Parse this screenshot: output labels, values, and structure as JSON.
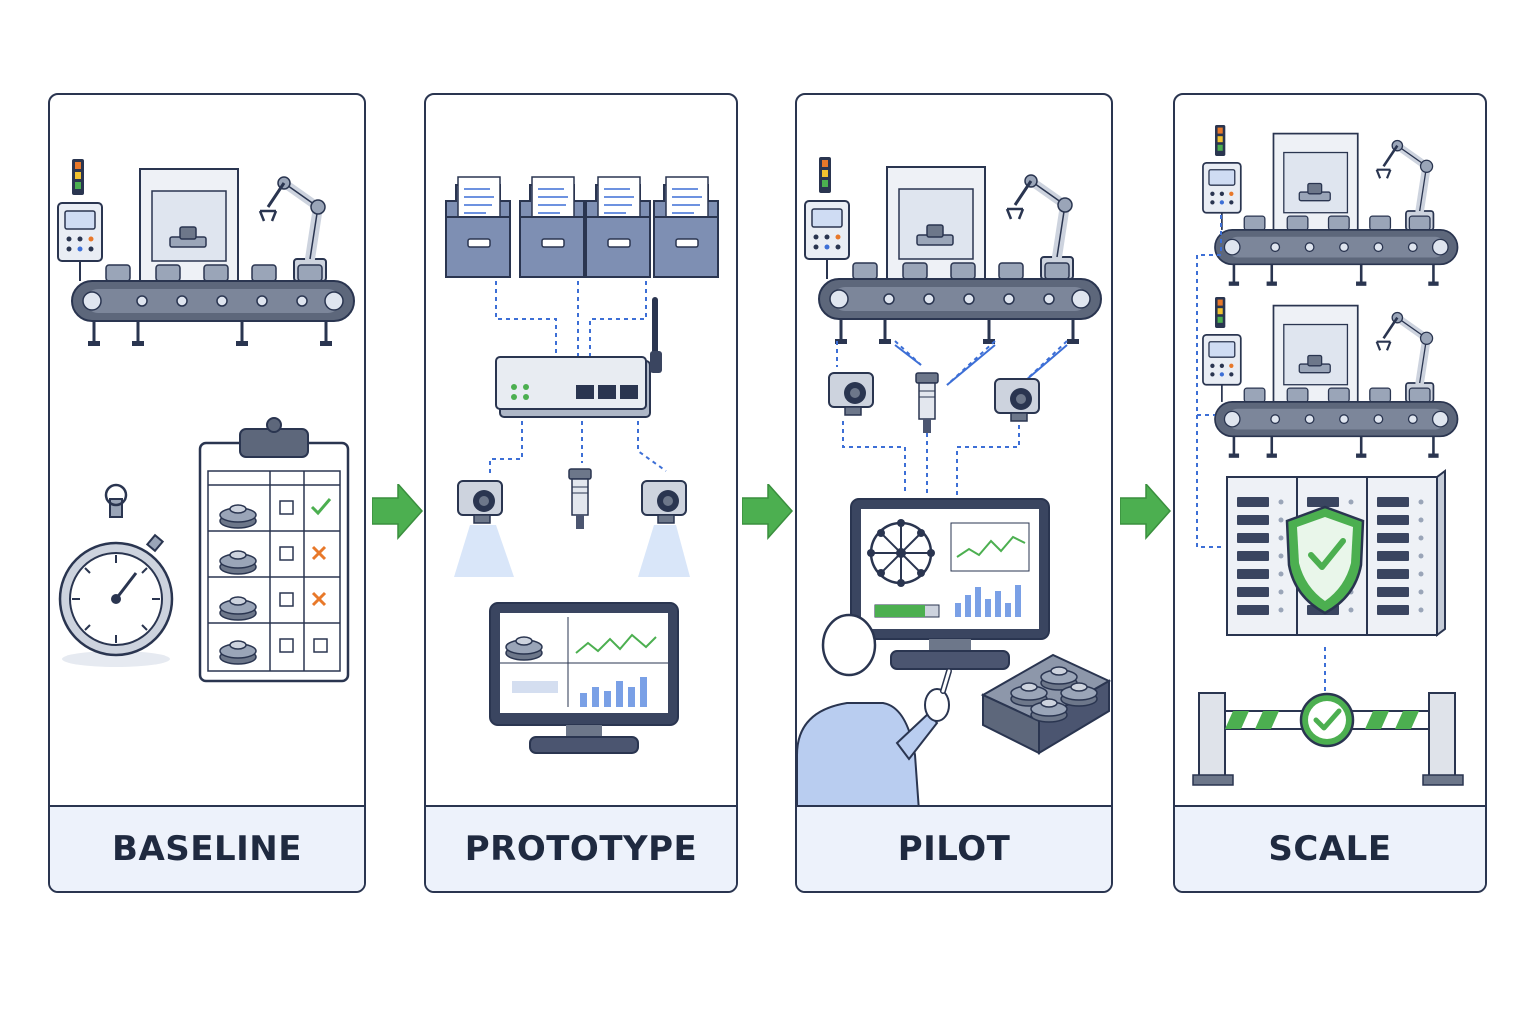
{
  "stages": [
    {
      "label": "BASELINE"
    },
    {
      "label": "PROTOTYPE"
    },
    {
      "label": "PILOT"
    },
    {
      "label": "SCALE"
    }
  ],
  "colors": {
    "outline": "#2a3550",
    "accent_blue": "#3d6fd6",
    "arrow_green": "#4caf50",
    "error_orange": "#e8782a",
    "footer_bg": "#edf2fb"
  },
  "icons": [
    "production-line-icon",
    "stopwatch-icon",
    "clipboard-checklist-icon",
    "file-box-icon",
    "network-gateway-icon",
    "camera-icon",
    "sensor-icon",
    "monitor-dashboard-icon",
    "ai-brain-icon",
    "operator-icon",
    "parts-tray-icon",
    "server-rack-icon",
    "shield-check-icon",
    "quality-gate-icon"
  ]
}
